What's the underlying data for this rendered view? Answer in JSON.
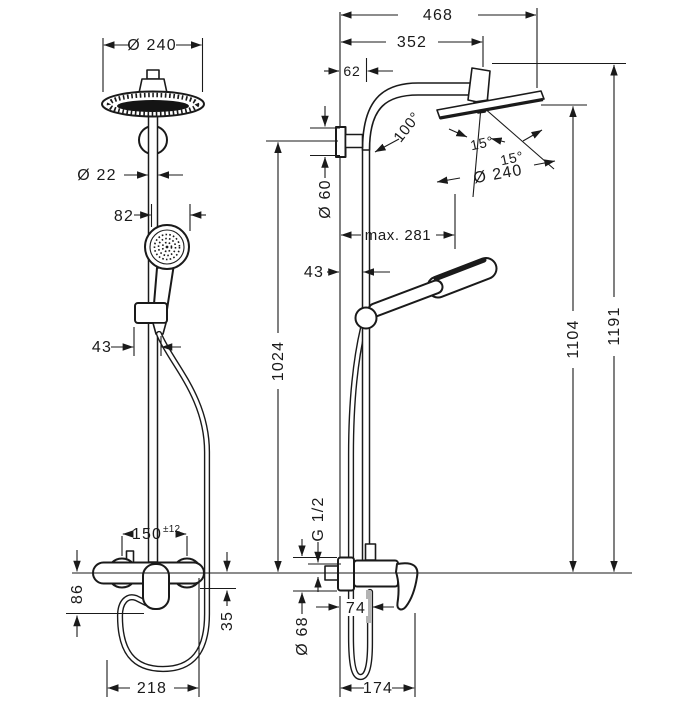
{
  "drawing": {
    "type": "technical-dimension-drawing",
    "subject": "shower system with overhead shower, hand shower and single lever mixer",
    "line_color": "#1a1a1a",
    "background_color": "#ffffff",
    "views": [
      {
        "id": "front",
        "label": "front view"
      },
      {
        "id": "side",
        "label": "side view"
      }
    ]
  },
  "dims_front": {
    "head_diameter": "Ø 240",
    "pipe_diameter": "Ø 22",
    "hand_shower_width": "82",
    "holder_width": "43",
    "connection_distance": "150",
    "connection_tolerance": "±12",
    "mixer_height": "86",
    "outlet_offset": "35",
    "hose_loop_width": "218"
  },
  "dims_side": {
    "overall_depth": "468",
    "head_projection": "352",
    "wall_to_pipe": "62",
    "bend_angle": "100°",
    "tilt_first": "15°",
    "tilt_second": "15°",
    "head_diameter": "Ø 240",
    "bracket_diameter": "Ø 60",
    "max_projection": "max. 281",
    "wall_clearance": "43",
    "slide_bar_height": "1024",
    "head_height": "1104",
    "overall_height": "1191",
    "connection_thread": "G 1/2",
    "escutcheon_diameter": "Ø 68",
    "outlet_depth": "74",
    "hose_depth": "174"
  }
}
